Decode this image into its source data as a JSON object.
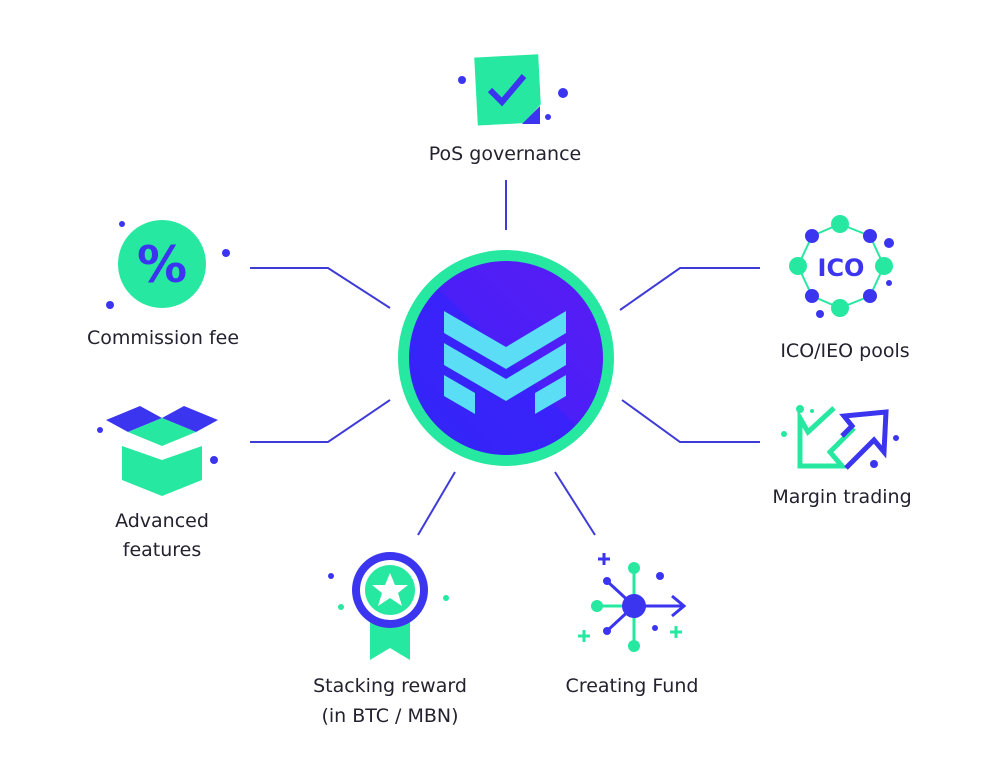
{
  "center": {
    "logo": "MBN",
    "name": "center-logo"
  },
  "features": [
    {
      "label_lines": [
        "PoS governance"
      ],
      "icon": "checkmark-document-icon"
    },
    {
      "label_lines": [
        "Commission fee"
      ],
      "icon": "percent-icon"
    },
    {
      "label_lines": [
        "Advanced features"
      ],
      "label_line1": "Advanced",
      "label_line2": "features",
      "icon": "open-box-icon"
    },
    {
      "label_lines": [
        "Stacking reward",
        "(in BTC / MBN)"
      ],
      "icon": "medal-star-icon"
    },
    {
      "label_lines": [
        "Creating Fund"
      ],
      "icon": "fund-nodes-icon"
    },
    {
      "label_lines": [
        "ICO/IEO pools"
      ],
      "icon": "ico-network-icon"
    },
    {
      "label_lines": [
        "Margin trading"
      ],
      "icon": "trade-arrows-icon"
    }
  ],
  "ico_icon_text": "ICO",
  "percent_icon_text": "%",
  "colors": {
    "blue": "#3b35f0",
    "green": "#27e8a0",
    "cyan": "#5ce8f5",
    "text": "#23222e"
  }
}
